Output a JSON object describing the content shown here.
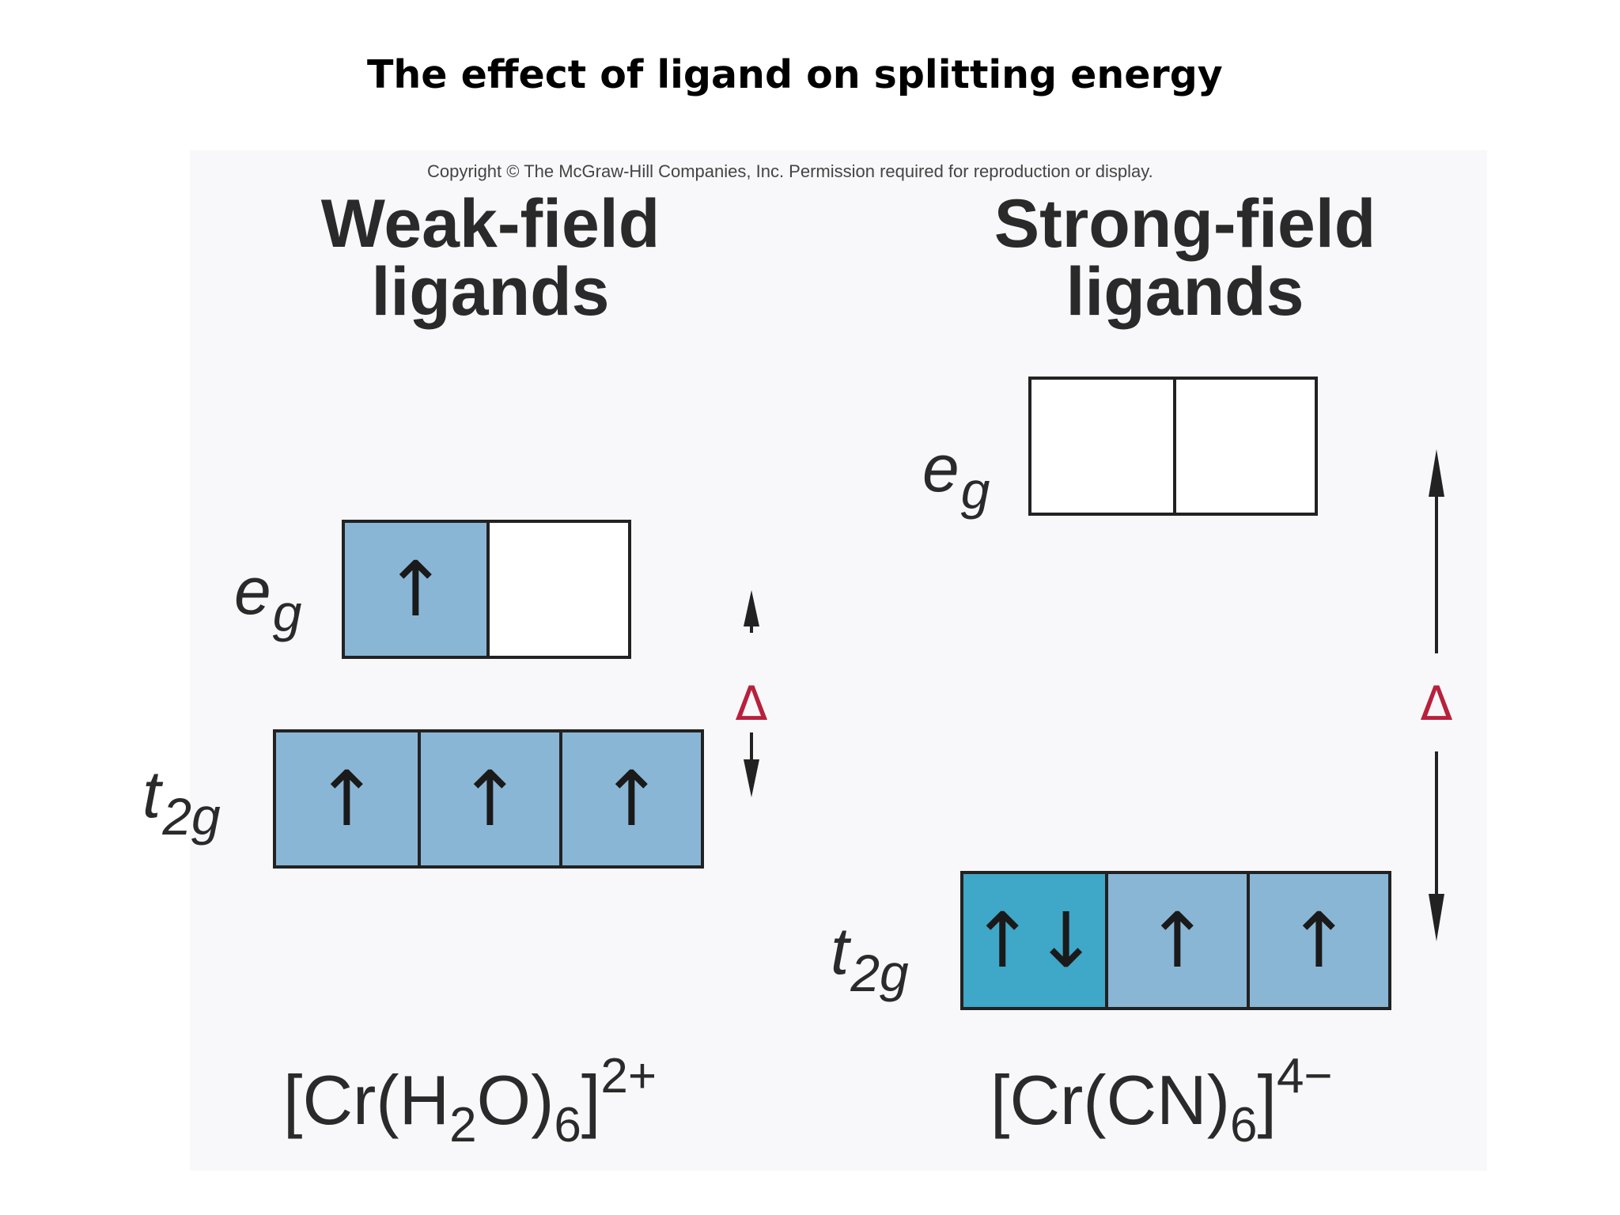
{
  "slide": {
    "title": "The effect of ligand on splitting energy"
  },
  "figure": {
    "copyright": "Copyright © The McGraw-Hill Companies, Inc. Permission required for reproduction or display.",
    "delta_symbol": "Δ",
    "colors": {
      "single_electron_box": "#8ab6d6",
      "paired_electron_box": "#3fa7c7",
      "empty_box": "#ffffff",
      "delta": "#b8203c"
    },
    "weak": {
      "heading_line1": "Weak-field",
      "heading_line2": "ligands",
      "eg_label": "e",
      "eg_sub": "g",
      "eg_boxes": [
        "↑",
        ""
      ],
      "t2g_label": "t",
      "t2g_sub": "2g",
      "t2g_boxes": [
        "↑",
        "↑",
        "↑"
      ],
      "complex": {
        "base": "[Cr(H",
        "sub1": "2",
        "mid": "O)",
        "sub2": "6",
        "close": "]",
        "charge": "2+"
      }
    },
    "strong": {
      "heading_line1": "Strong-field",
      "heading_line2": "ligands",
      "eg_label": "e",
      "eg_sub": "g",
      "eg_boxes": [
        "",
        ""
      ],
      "t2g_label": "t",
      "t2g_sub": "2g",
      "t2g_boxes": [
        "↑↓",
        "↑",
        "↑"
      ],
      "complex": {
        "base": "[Cr(CN)",
        "sub": "6",
        "close": "]",
        "charge": "4−"
      }
    }
  }
}
